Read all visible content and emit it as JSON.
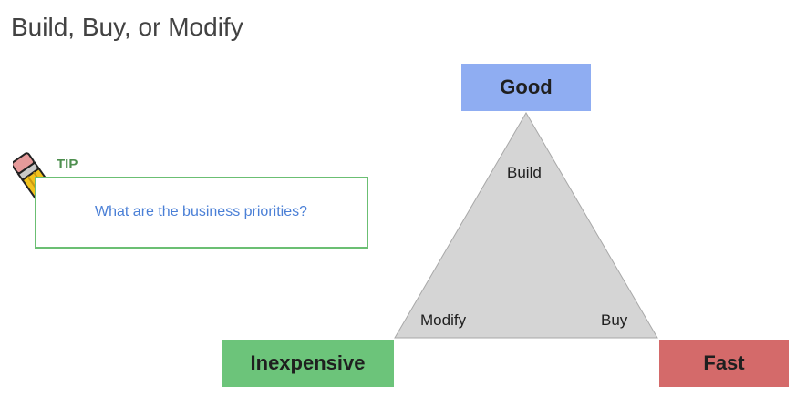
{
  "slide": {
    "title": "Build, Buy, or Modify"
  },
  "tip": {
    "label": "TIP",
    "text": "What are the business priorities?",
    "icon": "pencil-icon"
  },
  "triangle": {
    "corners": {
      "top": "Good",
      "left": "Inexpensive",
      "right": "Fast"
    },
    "inner_labels": {
      "top": "Build",
      "left": "Modify",
      "right": "Buy"
    },
    "colors": {
      "triangle_fill": "#d5d5d5",
      "good": "#8fadf2",
      "inexpensive": "#6cc47a",
      "fast": "#d46a6a"
    }
  }
}
